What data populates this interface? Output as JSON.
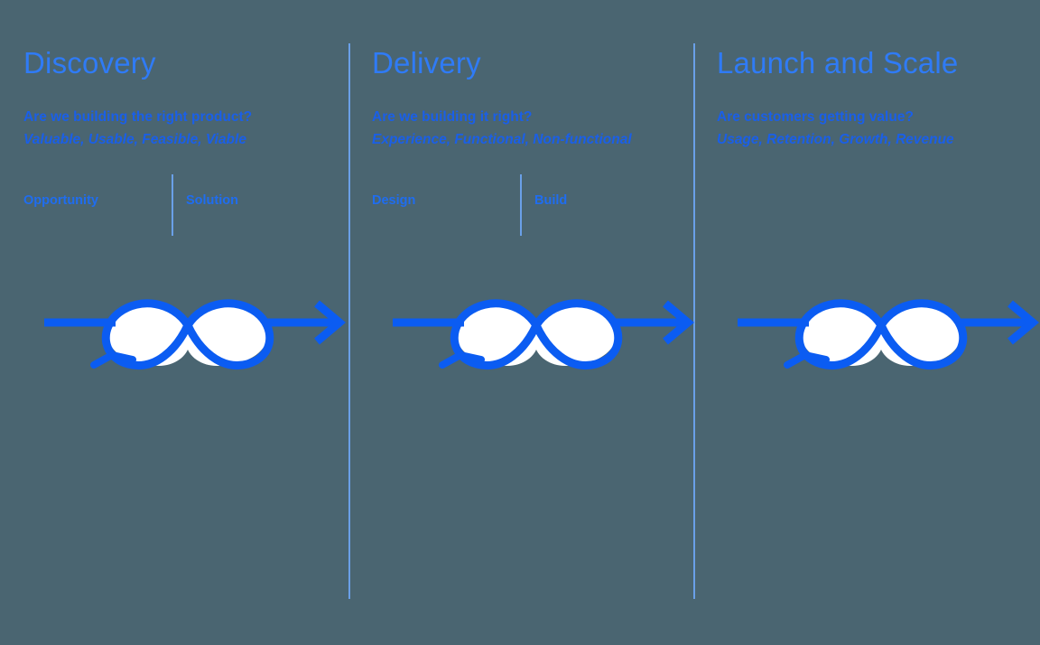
{
  "canvas": {
    "background_color": "#4a6571",
    "accent_blue": "#0b5cf2",
    "title_blue": "#2f7bf6",
    "text_blue": "#1a5fe8",
    "divider_blue": "#6aa0e8",
    "loop_fill": "#ffffff"
  },
  "columns": [
    {
      "id": "discovery",
      "title": "Discovery",
      "question": "Are we building the right product?",
      "attributes": "Valuable, Usable, Feasible, Viable",
      "subphases": [
        "Opportunity",
        "Solution"
      ],
      "has_subphases": true,
      "graphic": "infinity-loop-icon"
    },
    {
      "id": "delivery",
      "title": "Delivery",
      "question": "Are we building it right?",
      "attributes": "Experience, Functional, Non-functional",
      "subphases": [
        "Design",
        "Build"
      ],
      "has_subphases": true,
      "graphic": "infinity-loop-icon"
    },
    {
      "id": "launch-and-scale",
      "title": "Launch and Scale",
      "question": "Are customers getting value?",
      "attributes": "Usage, Retention, Growth, Revenue",
      "subphases": [],
      "has_subphases": false,
      "graphic": "infinity-loop-icon"
    }
  ]
}
